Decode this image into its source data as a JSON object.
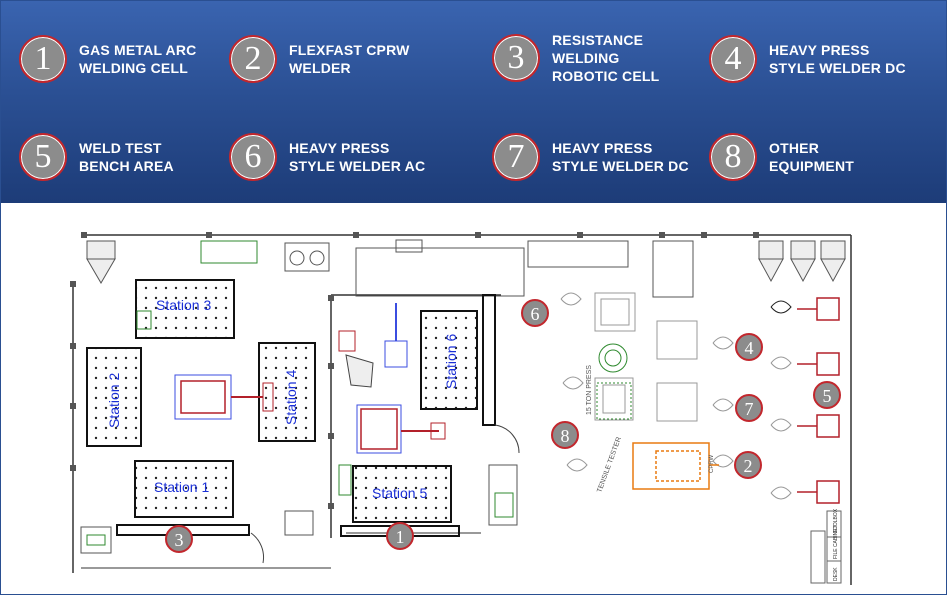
{
  "legend": {
    "items": [
      {
        "num": "1",
        "label": "GAS METAL ARC\nWELDING  CELL"
      },
      {
        "num": "2",
        "label": "FLEXFAST CPRW\nWELDER"
      },
      {
        "num": "3",
        "label": "RESISTANCE\nWELDING\n ROBOTIC CELL"
      },
      {
        "num": "4",
        "label": "HEAVY PRESS\nSTYLE WELDER DC"
      },
      {
        "num": "5",
        "label": "WELD TEST\nBENCH AREA"
      },
      {
        "num": "6",
        "label": "HEAVY PRESS\nSTYLE WELDER AC"
      },
      {
        "num": "7",
        "label": "HEAVY PRESS\nSTYLE WELDER DC"
      },
      {
        "num": "8",
        "label": "OTHER\nEQUIPMENT"
      }
    ]
  },
  "plan": {
    "stations": {
      "station1": "Station 1",
      "station2": "Station 2",
      "station3": "Station 3",
      "station4": "Station 4",
      "station5": "Station 5",
      "station6": "Station 6"
    },
    "markers": {
      "m1": "1",
      "m2": "2",
      "m3": "3",
      "m4": "4",
      "m5": "5",
      "m6": "6",
      "m7": "7",
      "m8": "8"
    },
    "small_labels": {
      "ton_press": "15 TON PRESS",
      "tensile_tester": "TENSILE TESTER",
      "cprw": "CPRW",
      "toolbox": "TOOLBOX",
      "cabinet": "FILE CABINET",
      "desk": "DESK"
    }
  },
  "colors": {
    "banner_top": "#3a64b0",
    "banner_bottom": "#1d3c78",
    "badge_ring": "#c2272d",
    "badge_fill": "#8c8c8c",
    "station_text": "#1a2fd6",
    "equipment_red": "#b3202a",
    "equipment_green": "#2f8a2f",
    "equipment_orange": "#e87a10"
  }
}
